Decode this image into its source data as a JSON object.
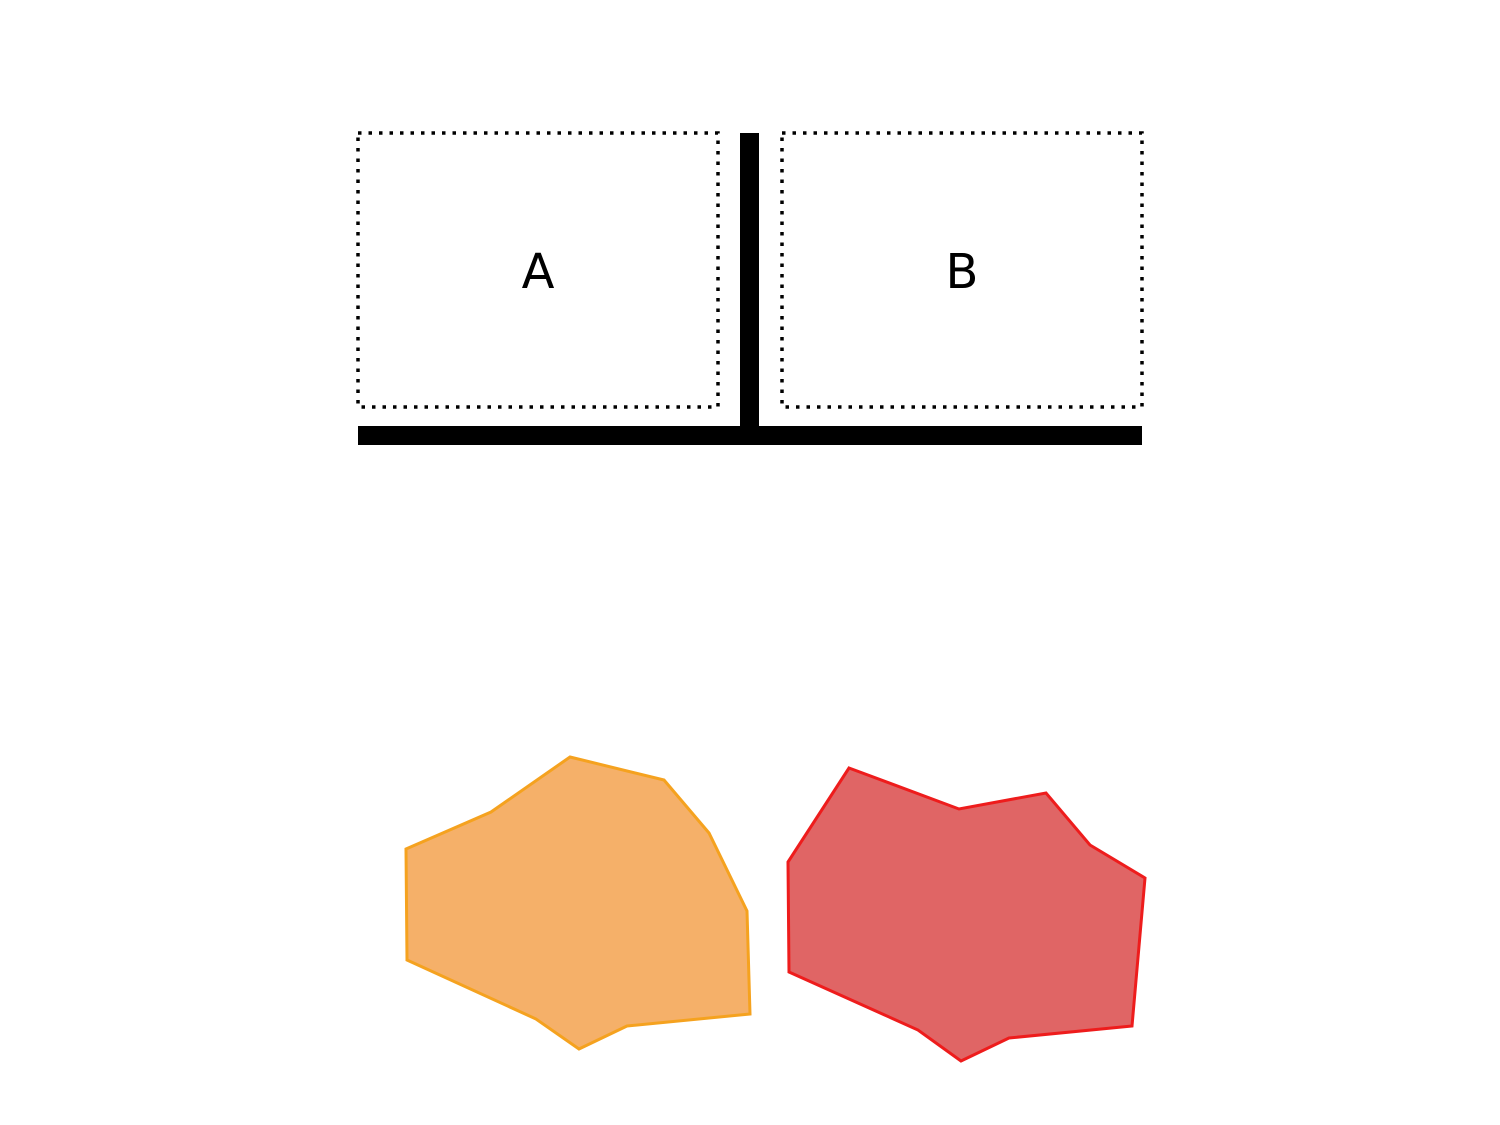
{
  "slots": [
    {
      "id": "A",
      "label": "A"
    },
    {
      "id": "B",
      "label": "B"
    }
  ],
  "shapes": [
    {
      "id": "orange-blob",
      "fill": "#f5b069",
      "stroke": "#f5a21f"
    },
    {
      "id": "red-blob",
      "fill": "#e06565",
      "stroke": "#ee1c1c"
    }
  ],
  "colors": {
    "background": "#ffffff",
    "lines": "#000000"
  }
}
